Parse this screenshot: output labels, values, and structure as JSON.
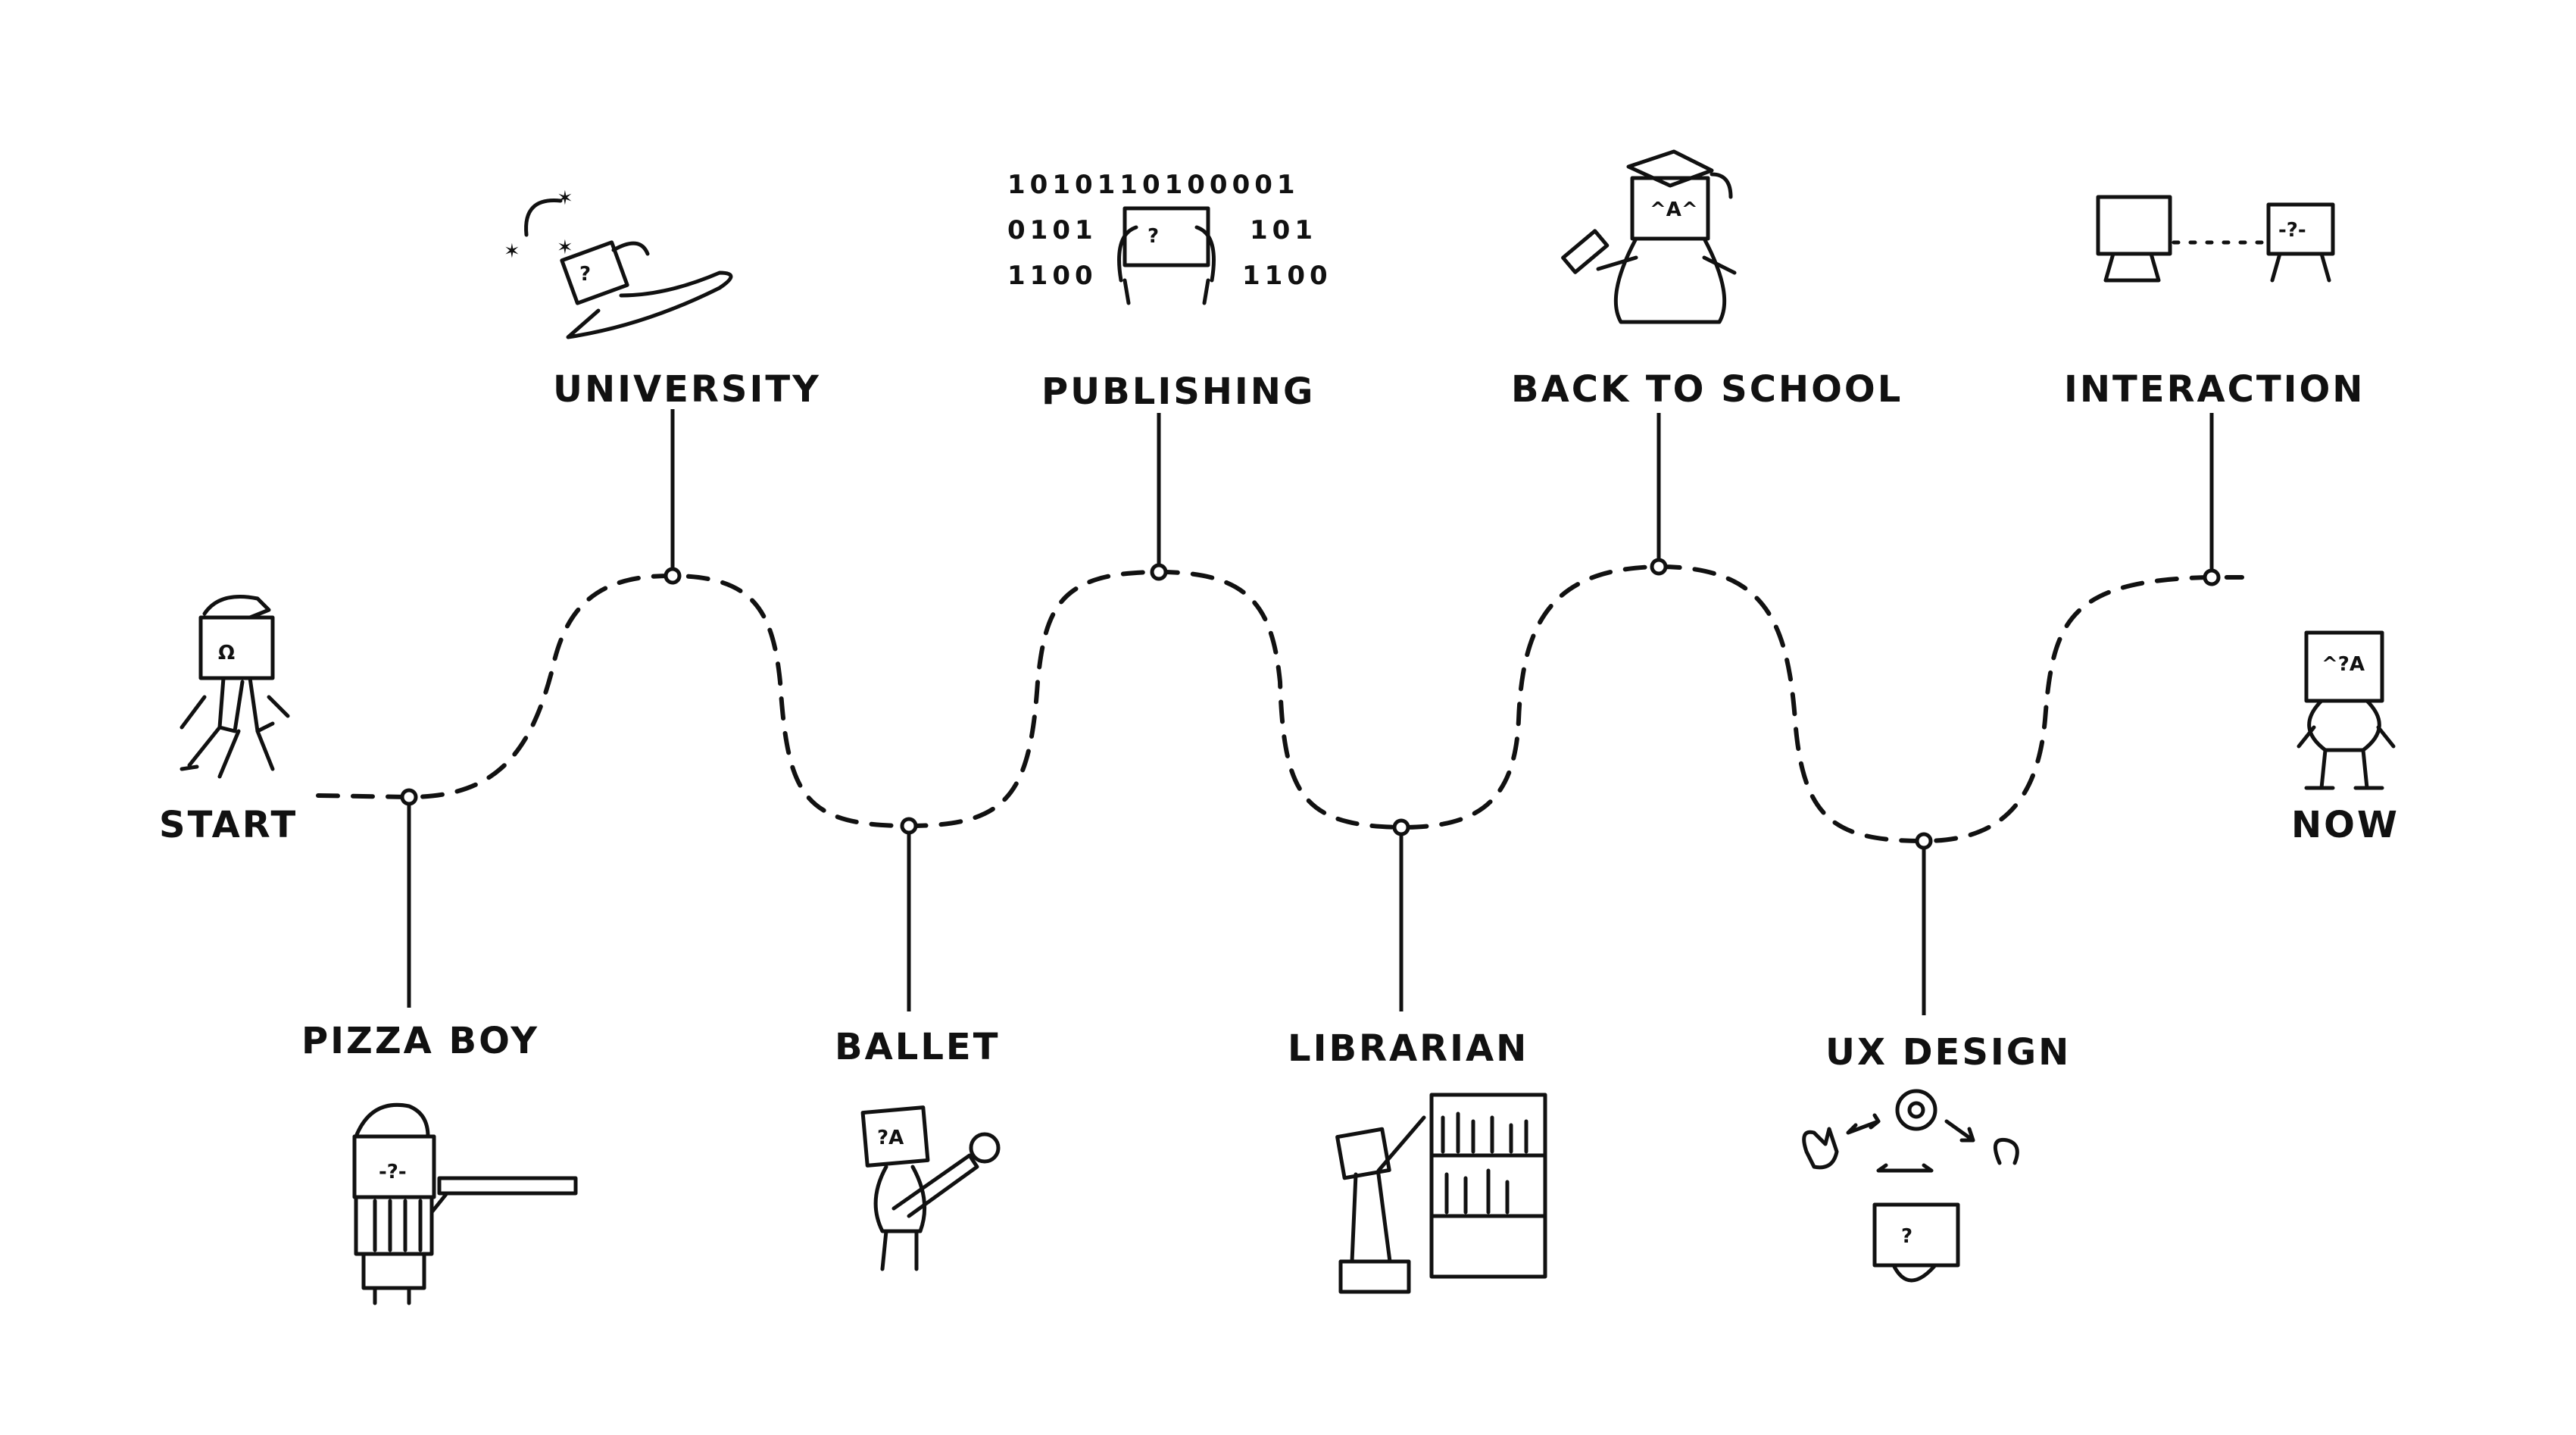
{
  "milestones": {
    "start": "START",
    "pizza_boy": "PIZZA BOY",
    "university": "UNIVERSITY",
    "ballet": "BALLET",
    "publishing": "PUBLISHING",
    "librarian": "LIBRARIAN",
    "back_to_school": "BACK TO SCHOOL",
    "ux_design": "UX DESIGN",
    "interaction": "INTERACTION",
    "now": "NOW"
  },
  "binary_text": {
    "row1": "1010110100001",
    "row2_left": "0101",
    "row2_right": "101",
    "row3_left": "1100",
    "row3_right": "1100"
  },
  "icons": {
    "start": "walking-character-icon",
    "pizza_boy": "pizza-delivery-character-icon",
    "university": "dizzy-character-icon",
    "ballet": "ballet-character-icon",
    "publishing": "binary-data-character-icon",
    "librarian": "bookshelf-character-icon",
    "back_to_school": "graduate-character-icon",
    "ux_design": "ux-flow-character-icon",
    "interaction": "computer-interaction-icon",
    "now": "happy-character-icon"
  },
  "colors": {
    "ink": "#111111",
    "background": "#ffffff"
  }
}
